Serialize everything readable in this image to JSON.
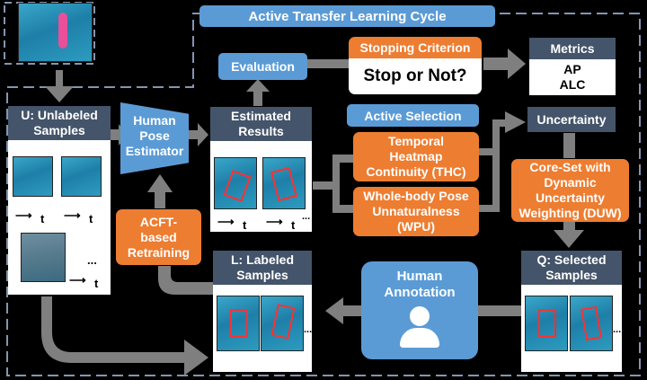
{
  "title": "Active Transfer Learning Cycle",
  "evaluation": "Evaluation",
  "stopping_criterion": "Stopping Criterion",
  "stop_question": "Stop or Not?",
  "metrics": {
    "label": "Metrics",
    "line1": "AP",
    "line2": "ALC"
  },
  "unlabeled": {
    "label_line1": "U: Unlabeled",
    "label_line2": "Samples"
  },
  "human_pose_estimator": {
    "line1": "Human",
    "line2": "Pose",
    "line3": "Estimator"
  },
  "estimated_results": {
    "line1": "Estimated",
    "line2": "Results"
  },
  "active_selection": "Active Selection",
  "uncertainty": "Uncertainty",
  "thc": {
    "line1": "Temporal",
    "line2": "Heatmap",
    "line3": "Continuity (THC)"
  },
  "wpu": {
    "line1": "Whole-body Pose",
    "line2": "Unnaturalness",
    "line3": "(WPU)"
  },
  "duw": {
    "line1": "Core-Set with",
    "line2": "Dynamic",
    "line3": "Uncertainty",
    "line4": "Weighting (DUW)"
  },
  "retraining": {
    "line1": "ACFT-",
    "line2": "based",
    "line3": "Retraining"
  },
  "labeled": {
    "line1": "L: Labeled",
    "line2": "Samples"
  },
  "human_annotation": {
    "line1": "Human",
    "line2": "Annotation"
  },
  "selected": {
    "line1": "Q: Selected",
    "line2": "Samples"
  },
  "time_label": "t",
  "ellipsis": "...",
  "colors": {
    "orange": "#ed7d31",
    "blue": "#5b9bd5",
    "header": "#44546a",
    "arrow": "#7f7f7f"
  },
  "icons": [
    "person-icon",
    "arrow-right-icon",
    "arrow-down-icon",
    "arrow-up-icon",
    "arrow-left-icon"
  ]
}
